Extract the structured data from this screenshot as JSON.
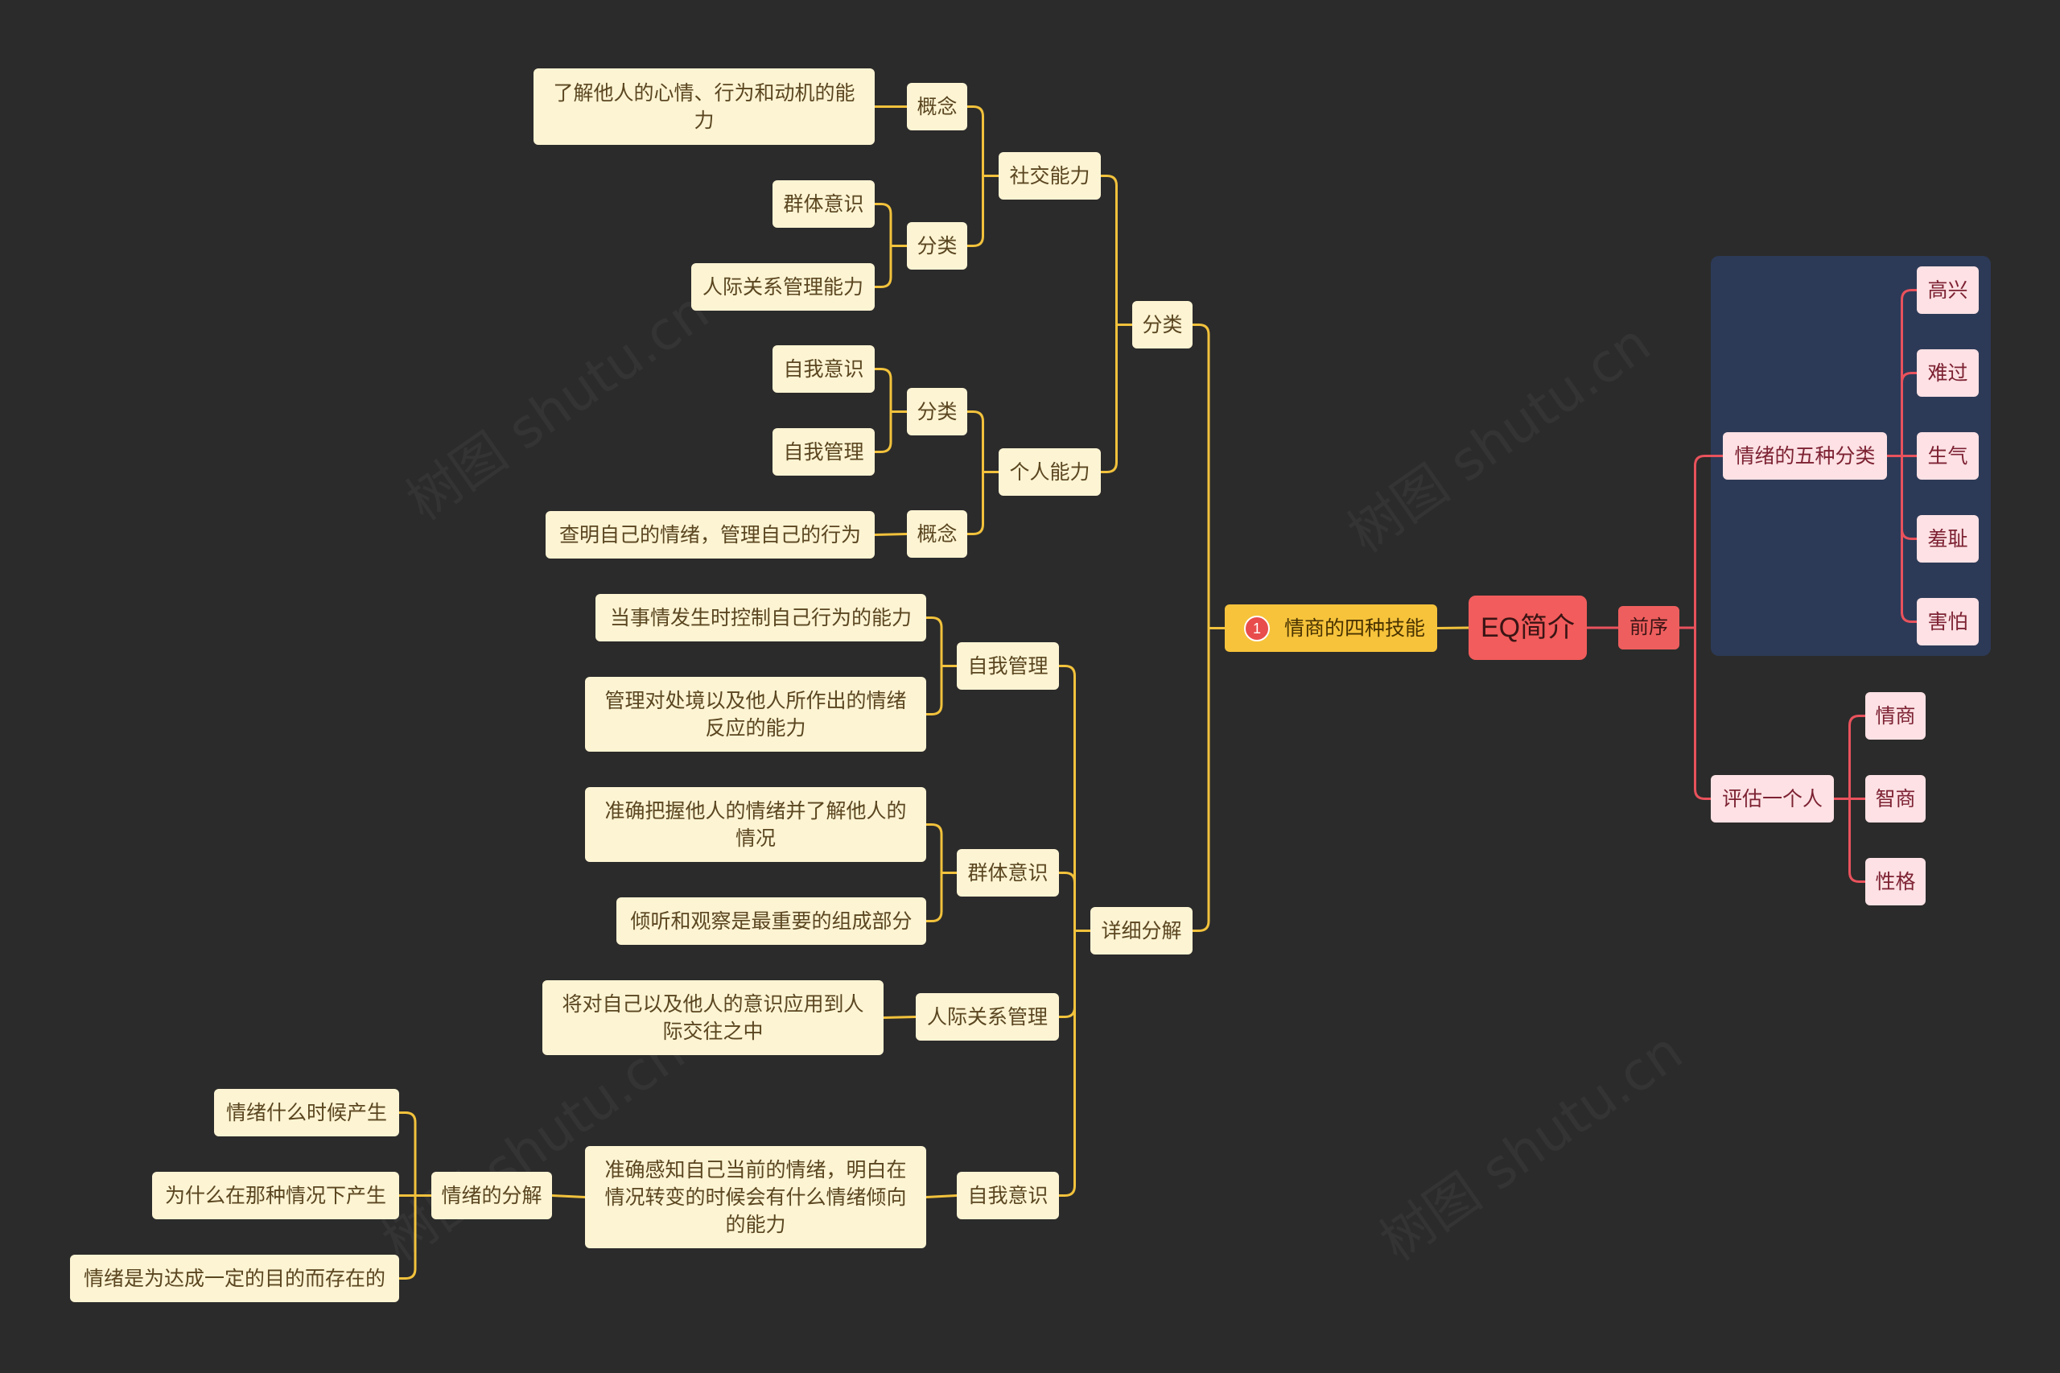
{
  "root": {
    "label": "EQ简介"
  },
  "left_branch": {
    "label": "情商的四种技能",
    "badge": "1",
    "children": [
      {
        "label": "分类",
        "children": [
          {
            "label": "社交能力",
            "children": [
              {
                "label": "概念",
                "children": [
                  {
                    "label": "了解他人的心情、行为和动机的能力"
                  }
                ]
              },
              {
                "label": "分类",
                "children": [
                  {
                    "label": "群体意识"
                  },
                  {
                    "label": "人际关系管理能力"
                  }
                ]
              }
            ]
          },
          {
            "label": "个人能力",
            "children": [
              {
                "label": "分类",
                "children": [
                  {
                    "label": "自我意识"
                  },
                  {
                    "label": "自我管理"
                  }
                ]
              },
              {
                "label": "概念",
                "children": [
                  {
                    "label": "查明自己的情绪，管理自己的行为"
                  }
                ]
              }
            ]
          }
        ]
      },
      {
        "label": "详细分解",
        "children": [
          {
            "label": "自我管理",
            "children": [
              {
                "label": "当事情发生时控制自己行为的能力"
              },
              {
                "label": "管理对处境以及他人所作出的情绪反应的能力"
              }
            ]
          },
          {
            "label": "群体意识",
            "children": [
              {
                "label": "准确把握他人的情绪并了解他人的情况"
              },
              {
                "label": "倾听和观察是最重要的组成部分"
              }
            ]
          },
          {
            "label": "人际关系管理",
            "children": [
              {
                "label": "将对自己以及他人的意识应用到人际交往之中"
              }
            ]
          },
          {
            "label": "自我意识",
            "children": [
              {
                "label": "准确感知自己当前的情绪，明白在情况转变的时候会有什么情绪倾向的能力",
                "children": [
                  {
                    "label": "情绪的分解",
                    "children": [
                      {
                        "label": "情绪什么时候产生"
                      },
                      {
                        "label": "为什么在那种情况下产生"
                      },
                      {
                        "label": "情绪是为达成一定的目的而存在的"
                      }
                    ]
                  }
                ]
              }
            ]
          }
        ]
      }
    ]
  },
  "right_branch": {
    "label": "前序",
    "children": [
      {
        "label": "情绪的五种分类",
        "children": [
          {
            "label": "高兴"
          },
          {
            "label": "难过"
          },
          {
            "label": "生气"
          },
          {
            "label": "羞耻"
          },
          {
            "label": "害怕"
          }
        ]
      },
      {
        "label": "评估一个人",
        "children": [
          {
            "label": "情商"
          },
          {
            "label": "智商"
          },
          {
            "label": "性格"
          }
        ]
      }
    ]
  },
  "watermark": "树图 shutu.cn",
  "colors": {
    "background": "#2b2b2b",
    "topic_fill": "#fdf4d3",
    "topic_text": "#5a4620",
    "left_connector": "#f2c23c",
    "right_connector": "#e9525c",
    "central_fill": "#f25c5c",
    "central_text": "#3a1414",
    "preface_fill": "#ef5e5e",
    "pink_fill": "#fde1e4",
    "pink_text": "#7d2233",
    "skills_fill": "#f6c33b",
    "skills_text": "#4a3300",
    "panel_fill": "#2c3a57",
    "badge_fill": "#e84c4c"
  }
}
